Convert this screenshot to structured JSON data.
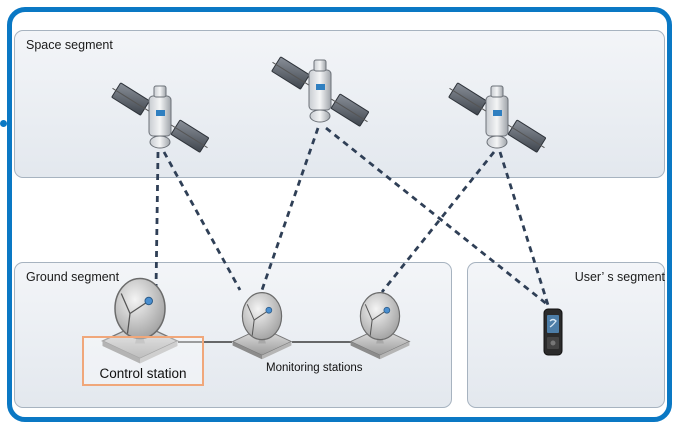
{
  "segments": {
    "space": "Space segment",
    "ground": "Ground segment",
    "user": "User’ s segment"
  },
  "labels": {
    "control_station": "Control station",
    "monitoring_stations": "Monitoring stations"
  },
  "colors": {
    "frame": "#0a78c4",
    "panel_border": "#a7b3c0",
    "control_highlight": "#f0a77a",
    "link_dash": "#2f3f56"
  },
  "icons": {
    "satellites": [
      "satellite-icon",
      "satellite-icon",
      "satellite-icon"
    ],
    "dishes": [
      "control-dish-icon",
      "monitoring-dish-icon",
      "monitoring-dish-icon"
    ],
    "user_device": "mobile-phone-icon"
  }
}
